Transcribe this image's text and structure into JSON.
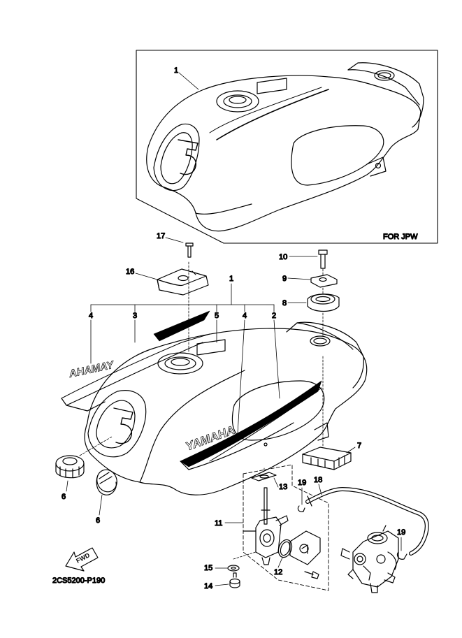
{
  "inset_label": "FOR JPW",
  "diagram_code": "2CS5200-P190",
  "fwd_label": "FWD",
  "decal_side": "AHAMAY",
  "decal_tank": "YAMAHA",
  "callouts": {
    "c1_top": "1",
    "c1": "1",
    "c2": "2",
    "c3": "3",
    "c4a": "4",
    "c4b": "4",
    "c5": "5",
    "c6a": "6",
    "c6b": "6",
    "c7": "7",
    "c8": "8",
    "c9": "9",
    "c10": "10",
    "c11": "11",
    "c12": "12",
    "c13": "13",
    "c14": "14",
    "c15": "15",
    "c16": "16",
    "c17": "17",
    "c18": "18",
    "c19a": "19",
    "c19b": "19"
  }
}
